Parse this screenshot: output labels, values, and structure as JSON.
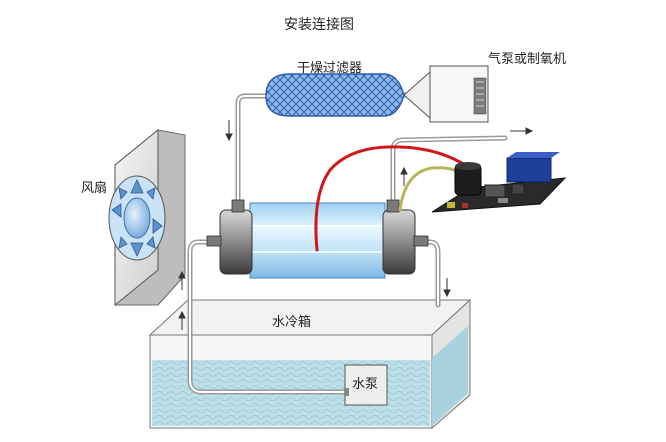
{
  "title": "安装连接图",
  "labels": {
    "dryer_filter": "干燥过滤器",
    "air_pump": "气泵或制氧机",
    "fan": "风扇",
    "water_tank": "水冷箱",
    "water_pump": "水泵"
  },
  "colors": {
    "tube_blue": "#bfe0f6",
    "tank_water": "#b9dde7",
    "ozone_wire": "#d01818",
    "ground_wire": "#b8b85a",
    "pcb": "#2a2a2a",
    "capacitor": "#1f3f9a",
    "filter_mesh": "#6f9fd8"
  },
  "icons": [
    "fan-icon",
    "water-pump-icon",
    "air-pump-icon",
    "circuit-board-icon",
    "arrow-icon"
  ]
}
